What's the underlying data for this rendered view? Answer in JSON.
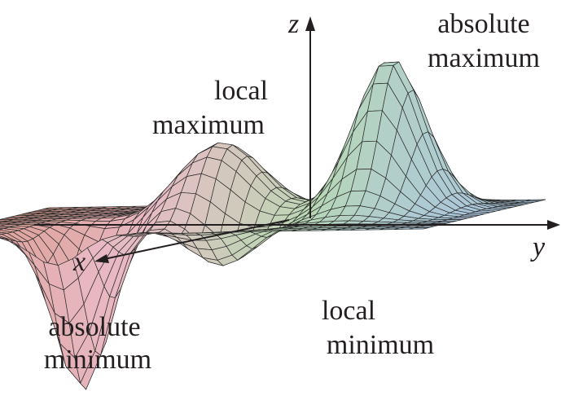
{
  "diagram": {
    "axes": {
      "x_label": "x",
      "y_label": "y",
      "z_label": "z"
    },
    "annotations": {
      "absolute_maximum": [
        "absolute",
        "maximum"
      ],
      "local_maximum": [
        "local",
        "maximum"
      ],
      "absolute_minimum": [
        "absolute",
        "minimum"
      ],
      "local_minimum": [
        "local",
        "minimum"
      ]
    },
    "colors": {
      "mesh_line": "#2b2b2b",
      "axis": "#231f20",
      "warm_surface": "#d99a8c",
      "pink_surface": "#e9b9c4",
      "green_surface": "#b9d9b4",
      "blue_surface": "#a9c4e0"
    }
  }
}
